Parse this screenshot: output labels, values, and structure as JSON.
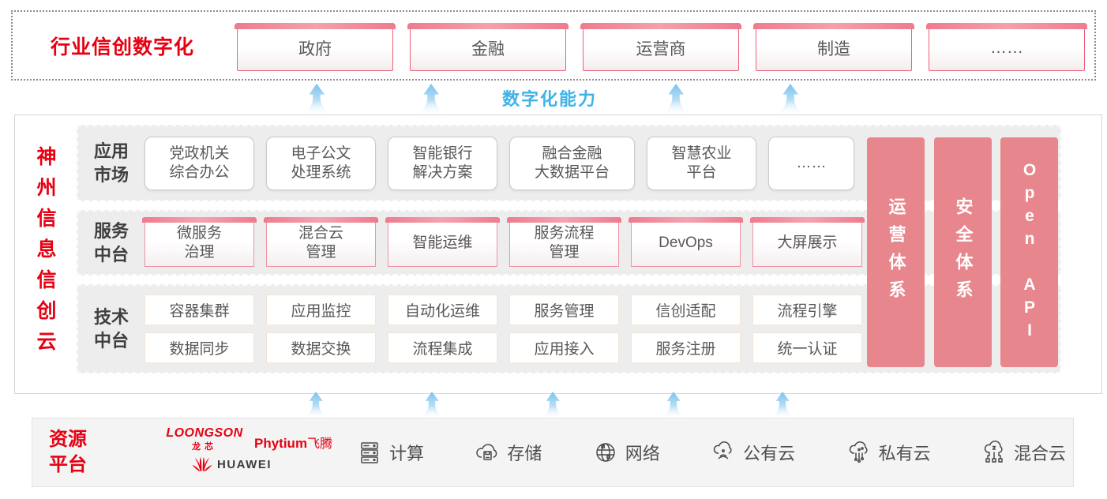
{
  "colors": {
    "accent_red": "#e60012",
    "box_border_red": "#ec6079",
    "cap_pink": "#f291a0",
    "pillar_salmon": "#e8868d",
    "capability_blue": "#3db3e8",
    "row_gray": "#ededed",
    "text_dark": "#595757"
  },
  "top_band": {
    "label": "行业信创数字化",
    "industries": [
      "政府",
      "金融",
      "运营商",
      "制造",
      "……"
    ]
  },
  "capability": {
    "label": "数字化能力"
  },
  "cloud": {
    "title": "神州信息信创云",
    "app_row": {
      "label": "应用\n市场",
      "items": [
        "党政机关\n综合办公",
        "电子公文\n处理系统",
        "智能银行\n解决方案",
        "融合金融\n大数据平台",
        "智慧农业\n平台",
        "……"
      ]
    },
    "service_row": {
      "label": "服务\n中台",
      "items": [
        "微服务\n治理",
        "混合云\n管理",
        "智能运维",
        "服务流程\n管理",
        "DevOps",
        "大屏展示"
      ]
    },
    "tech_row": {
      "label": "技术\n中台",
      "row1": [
        "容器集群",
        "应用监控",
        "自动化运维",
        "服务管理",
        "信创适配",
        "流程引擎"
      ],
      "row2": [
        "数据同步",
        "数据交换",
        "流程集成",
        "应用接入",
        "服务注册",
        "统一认证"
      ]
    },
    "pillars": [
      "运营体系",
      "安全体系",
      "Open API"
    ]
  },
  "resources": {
    "label": "资源\n平台",
    "vendors": {
      "loongson": "LOONGSON",
      "loongson_cn": "龙芯",
      "phytium": "Phytium",
      "phytium_cn": "飞腾",
      "huawei": "HUAWEI"
    },
    "items": [
      {
        "icon": "compute-icon",
        "label": "计算"
      },
      {
        "icon": "storage-icon",
        "label": "存储"
      },
      {
        "icon": "network-icon",
        "label": "网络"
      },
      {
        "icon": "public-cloud-icon",
        "label": "公有云"
      },
      {
        "icon": "private-cloud-icon",
        "label": "私有云"
      },
      {
        "icon": "hybrid-cloud-icon",
        "label": "混合云"
      }
    ]
  }
}
